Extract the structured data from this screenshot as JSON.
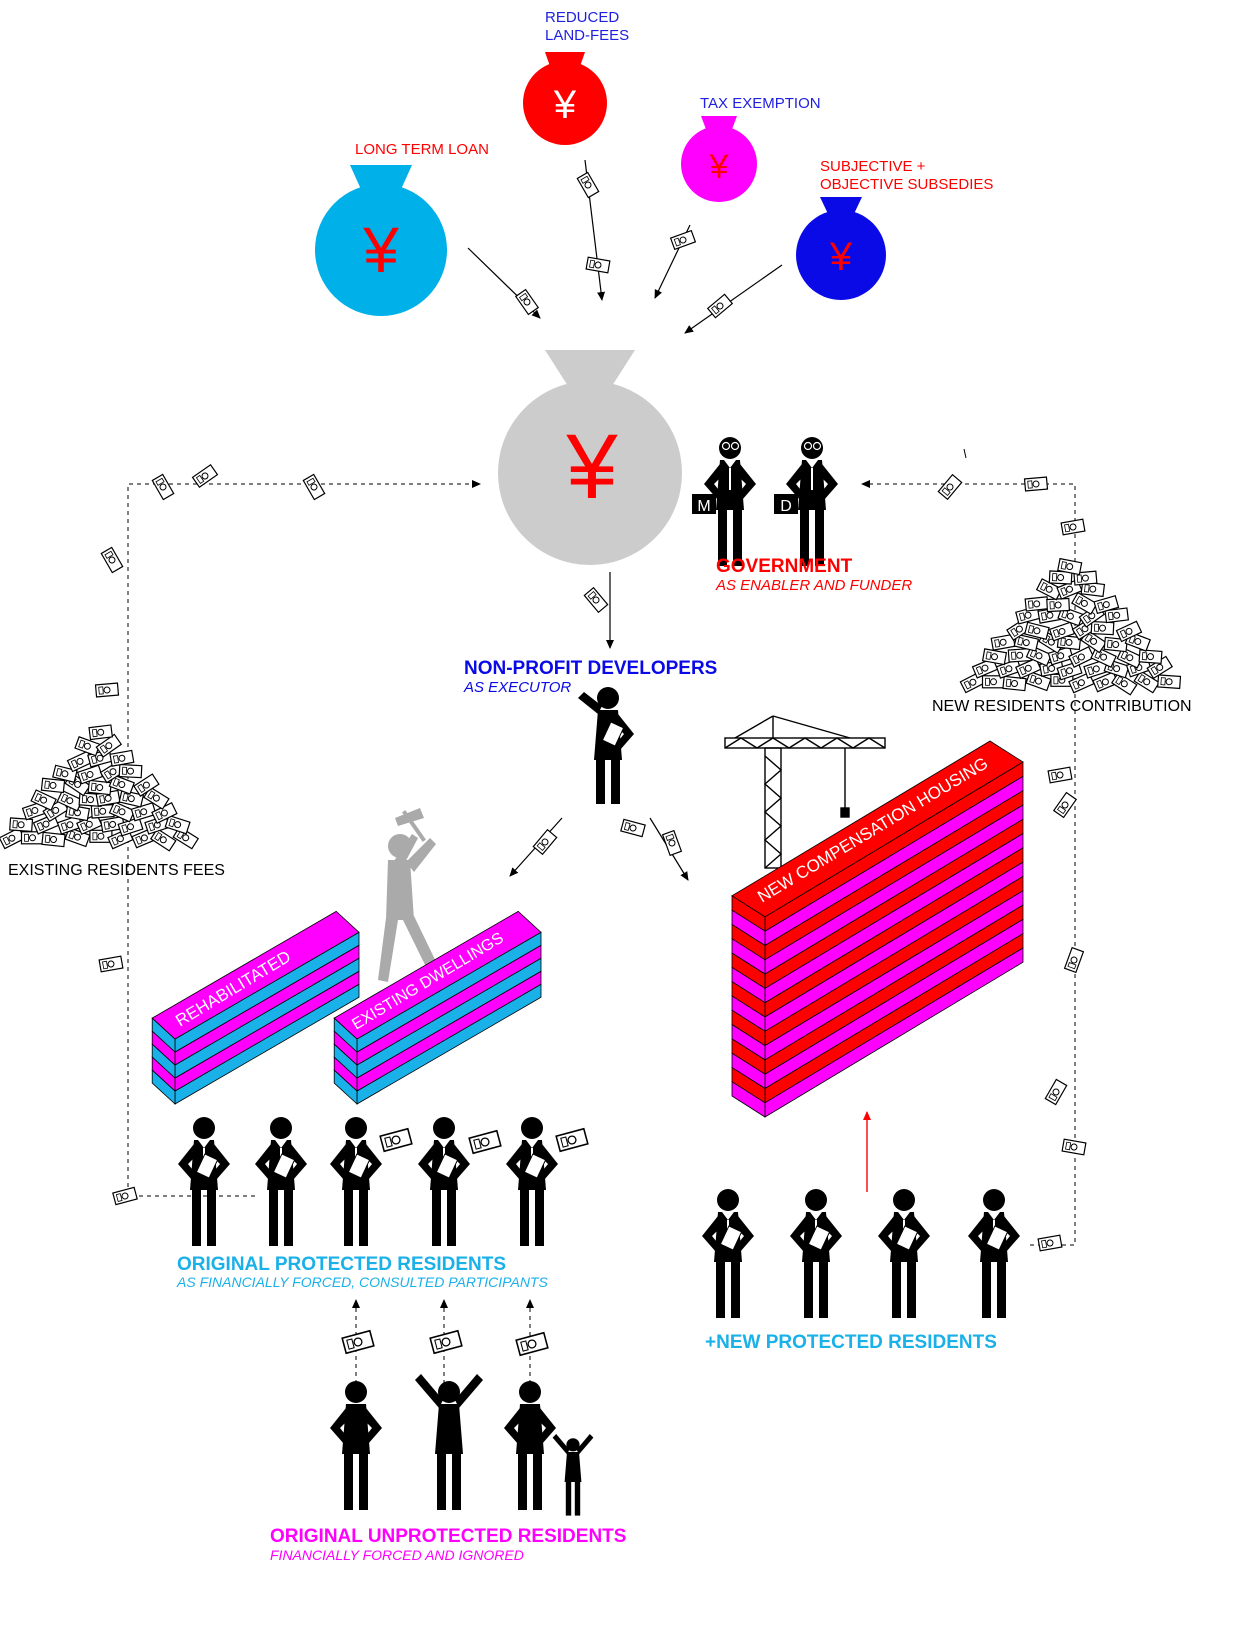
{
  "funding_sources": {
    "land_fees": {
      "label_1": "REDUCED",
      "label_2": "LAND-FEES",
      "color": "#ff0000",
      "symbol": "¥",
      "symbol_color": "#ffffff"
    },
    "tax": {
      "label": "TAX EXEMPTION",
      "color": "#ff00ff",
      "symbol": "¥",
      "symbol_color": "#ff0000"
    },
    "loan": {
      "label": "LONG TERM LOAN",
      "color": "#00b0e8",
      "symbol": "¥",
      "symbol_color": "#ff0000"
    },
    "subsidies": {
      "label_1": "SUBJECTIVE +",
      "label_2": "OBJECTIVE SUBSEDIES",
      "color": "#0a0ae6",
      "symbol": "¥",
      "symbol_color": "#ff0000"
    }
  },
  "central_fund": {
    "color": "#cccccc",
    "symbol": "¥",
    "symbol_color": "#ff0000"
  },
  "government": {
    "title": "GOVERNMENT",
    "subtitle": "AS ENABLER AND FUNDER",
    "color": "#ff0000",
    "badge_1": "M",
    "badge_2": "D"
  },
  "developers": {
    "title": "NON-PROFIT DEVELOPERS",
    "subtitle": "AS EXECUTOR",
    "color": "#0a0ae6"
  },
  "existing_fees_label": "EXISTING RESIDENTS FEES",
  "new_contribution_label": "NEW RESIDENTS CONTRIBUTION",
  "buildings": {
    "rehabilitated": "REHABILITATED",
    "existing": "EXISTING DWELLINGS",
    "new_housing": "NEW COMPENSATION HOUSING"
  },
  "protected": {
    "title": "ORIGINAL PROTECTED RESIDENTS",
    "subtitle": "AS FINANCIALLY FORCED, CONSULTED PARTICIPANTS",
    "color": "#1ab0e8"
  },
  "new_protected": {
    "title": "+NEW PROTECTED RESIDENTS",
    "color": "#1ab0e8"
  },
  "unprotected": {
    "title": "ORIGINAL UNPROTECTED RESIDENTS",
    "subtitle": "FINANCIALLY FORCED AND IGNORED",
    "color": "#ff00ff"
  },
  "colors": {
    "magenta": "#ff00ff",
    "cyan": "#1ab0e8",
    "red": "#ff0000",
    "grey": "#aaaaaa"
  }
}
